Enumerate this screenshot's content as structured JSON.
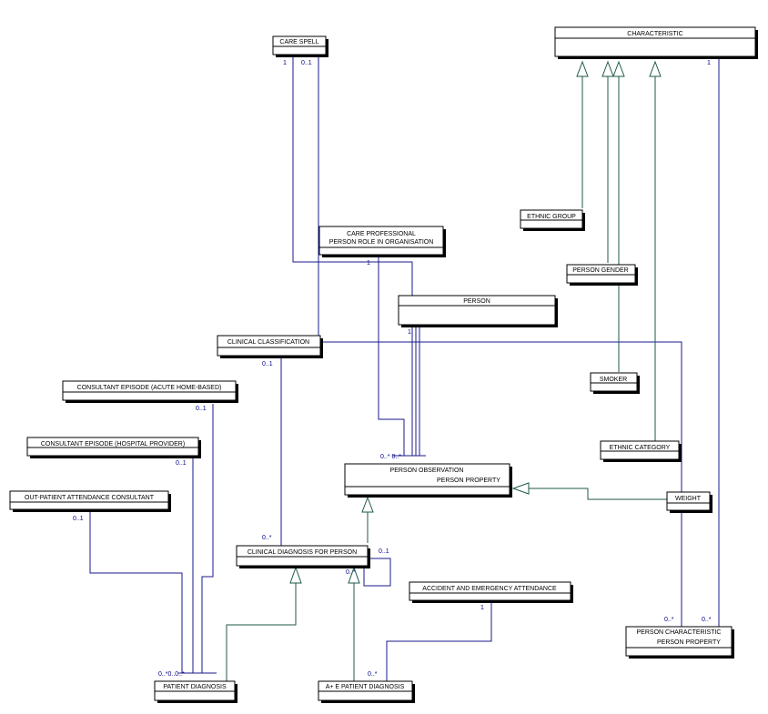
{
  "classes": {
    "care_spell": "CARE SPELL",
    "characteristic": "CHARACTERISTIC",
    "ethnic_group": "ETHNIC GROUP",
    "care_professional_1": "CARE PROFESSIONAL",
    "care_professional_2": "PERSON ROLE IN ORGANISATION",
    "person_gender": "PERSON GENDER",
    "person": "PERSON",
    "clinical_classification": "CLINICAL CLASSIFICATION",
    "smoker": "SMOKER",
    "consultant_episode_acute": "CONSULTANT EPISODE (ACUTE HOME-BASED)",
    "ethnic_category": "ETHNIC CATEGORY",
    "consultant_episode_hospital": "CONSULTANT EPISODE (HOSPITAL PROVIDER)",
    "person_observation_1": "PERSON OBSERVATION",
    "person_observation_2": "PERSON PROPERTY",
    "out_patient_attendance": "OUT-PATIENT ATTENDANCE CONSULTANT",
    "weight": "WEIGHT",
    "clinical_diagnosis": "CLINICAL DIAGNOSIS FOR PERSON",
    "accident_emergency": "ACCIDENT AND EMERGENCY ATTENDANCE",
    "person_characteristic_1": "PERSON CHARACTERISTIC",
    "person_characteristic_2": "PERSON PROPERTY",
    "patient_diagnosis": "PATIENT DIAGNOSIS",
    "ae_patient_diagnosis": "A+ E PATIENT DIAGNOSIS"
  },
  "multiplicities": {
    "care_spell_left": "1",
    "care_spell_right": "0..1",
    "characteristic": "1",
    "care_professional": "1",
    "person": "1",
    "clinical_classification": "0..1",
    "consultant_acute": "0..1",
    "consultant_hospital": "0..1",
    "person_observation": "0..* 0..*",
    "out_patient": "0..1",
    "clinical_diagnosis_in": "0..*",
    "clinical_diagnosis_self_a": "0..1",
    "clinical_diagnosis_self_b": "0..*",
    "accident_emergency": "1",
    "person_char_left": "0..*",
    "person_char_right": "0..*",
    "patient_diagnosis": "0..*0..0..*",
    "ae_patient_diagnosis": "0..*"
  }
}
